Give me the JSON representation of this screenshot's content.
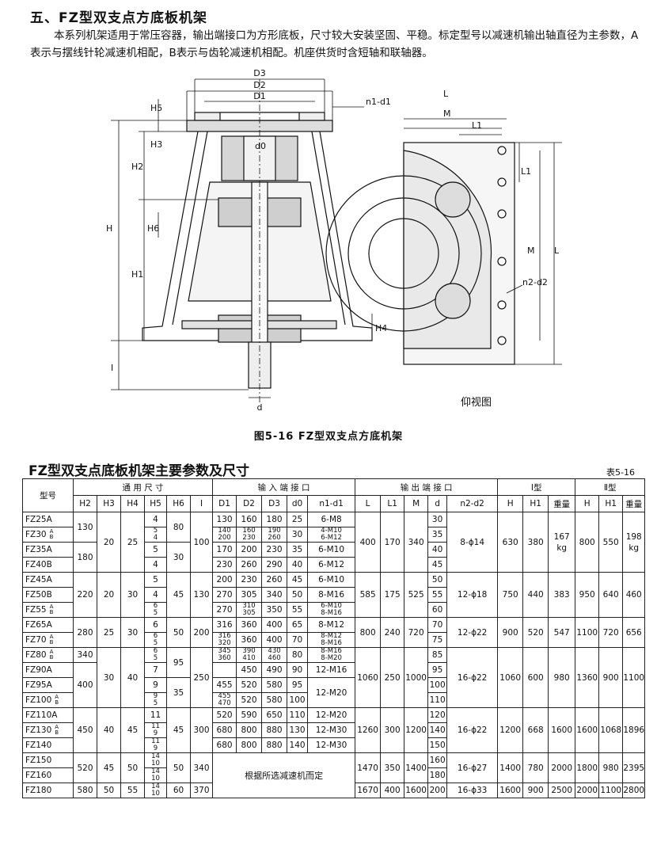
{
  "section": {
    "heading": "五、FZ型双支点方底板机架",
    "intro": "本系列机架适用于常压容器，输出端接口为方形底板，尺寸较大安装坚固、平稳。标定型号以减速机输出轴直径为主参数，A表示与摆线针轮减速机相配，B表示与齿轮减速机相配。机座供货时含短轴和联轴器。"
  },
  "figure": {
    "caption": "图5-16 FZ型双支点方底机架",
    "bottom_view_label": "仰视图",
    "labels": {
      "D3": "D3",
      "D2": "D2",
      "D1": "D1",
      "H5": "H5",
      "n1d1": "n1-d1",
      "d0": "d0",
      "H3": "H3",
      "H2": "H2",
      "H": "H",
      "H6": "H6",
      "H1": "H1",
      "H4": "H4",
      "I": "I",
      "d": "d",
      "L": "L",
      "M": "M",
      "L1": "L1",
      "n2d2": "n2-d2"
    }
  },
  "table": {
    "title": "FZ型双支点底板机架主要参数及尺寸",
    "number": "表5-16",
    "header": {
      "model": "型号",
      "general": "通 用 尺 寸",
      "input": "输 入 端 接 口",
      "output": "输 出 端 接 口",
      "type1": "Ⅰ型",
      "type2": "Ⅱ型",
      "cols": [
        "H2",
        "H3",
        "H4",
        "H5",
        "H6",
        "I",
        "D1",
        "D2",
        "D3",
        "d0",
        "n1-d1",
        "L",
        "L1",
        "M",
        "d",
        "n2-d2",
        "H",
        "H1",
        "重量",
        "H",
        "H1",
        "重量"
      ]
    },
    "models": {
      "r0": "FZ25A",
      "r1": "FZ30",
      "r2": "FZ35A",
      "r3": "FZ40B",
      "r4": "FZ45A",
      "r5": "FZ50B",
      "r6": "FZ55",
      "r7": "FZ65A",
      "r8": "FZ70",
      "r9": "FZ80",
      "r10": "FZ90A",
      "r11": "FZ95A",
      "r12": "FZ100",
      "r13": "FZ110A",
      "r14": "FZ130",
      "r15": "FZ140",
      "r16": "FZ150",
      "r17": "FZ160",
      "r18": "FZ180"
    },
    "ab": {
      "a": "A",
      "b": "B"
    },
    "cells": {
      "g1_h2a": "130",
      "g1_h2b": "180",
      "g1_h3": "20",
      "g1_h4": "25",
      "h5_0": "4",
      "h5_1a": "5",
      "h5_1b": "4",
      "h5_2": "5",
      "h5_3": "4",
      "g1_h6a": "80",
      "g1_h6b": "30",
      "g1_i": "100",
      "d1_0": "130",
      "d1_1a": "140",
      "d1_1b": "200",
      "d1_2": "170",
      "d1_3": "230",
      "d2_0": "160",
      "d2_1a": "160",
      "d2_1b": "230",
      "d2_2": "200",
      "d2_3": "260",
      "d3_0": "180",
      "d3_1a": "190",
      "d3_1b": "260",
      "d3_2": "230",
      "d3_3": "290",
      "d0_0": "25",
      "d0_1": "30",
      "d0_2": "35",
      "d0_3": "40",
      "n1_0": "6-M8",
      "n1_1a": "4-M10",
      "n1_1b": "6-M12",
      "n1_2": "6-M10",
      "n1_3": "6-M12",
      "g1_l": "400",
      "g1_l1": "170",
      "g1_m": "340",
      "d_0": "30",
      "d_1": "35",
      "d_2": "40",
      "d_3": "45",
      "g1_n2": "8-ϕ14",
      "g1_th": "630",
      "g1_th1": "380",
      "g1_tw": "167",
      "g1_twu": "kg",
      "g1_t2h": "800",
      "g1_t2h1": "550",
      "g1_t2w": "198",
      "g1_t2wu": "kg",
      "g2_h2": "220",
      "g2_h3": "20",
      "g2_h4": "30",
      "h5_4": "5",
      "h5_5": "4",
      "h5_6a": "6",
      "h5_6b": "5",
      "g2_h6": "45",
      "g2_i": "130",
      "d1_4": "200",
      "d1_5": "270",
      "d1_6": "270",
      "d2_4": "230",
      "d2_5": "305",
      "d2_6a": "310",
      "d2_6b": "305",
      "d3_4": "260",
      "d3_5": "340",
      "d3_6": "350",
      "d0_4": "45",
      "d0_5": "50",
      "d0_6": "55",
      "n1_4": "6-M10",
      "n1_5": "8-M16",
      "n1_6a": "6-M10",
      "n1_6b": "8-M16",
      "g2_l": "585",
      "g2_l1": "175",
      "g2_m": "525",
      "d_4": "50",
      "d_5": "55",
      "d_6": "60",
      "g2_n2": "12-ϕ18",
      "g2_th": "750",
      "g2_th1": "440",
      "g2_tw": "383",
      "g2_t2h": "950",
      "g2_t2h1": "640",
      "g2_t2w": "460",
      "g3_h2": "280",
      "g3_h3": "25",
      "g3_h4": "30",
      "h5_7": "6",
      "h5_8a": "6",
      "h5_8b": "5",
      "g3_h6": "50",
      "g3_i": "200",
      "d1_7": "316",
      "d1_8a": "316",
      "d1_8b": "320",
      "d2_7": "360",
      "d2_8": "360",
      "d3_7": "400",
      "d3_8": "400",
      "d0_7": "65",
      "d0_8": "70",
      "n1_7": "8-M12",
      "n1_8a": "8-M12",
      "n1_8b": "8-M16",
      "g3_l": "800",
      "g3_l1": "240",
      "g3_m": "720",
      "d_7": "70",
      "d_8": "75",
      "g3_n2": "12-ϕ22",
      "g3_th": "900",
      "g3_th1": "520",
      "g3_tw": "547",
      "g3_t2h": "1100",
      "g3_t2h1": "720",
      "g3_t2w": "656",
      "g4_h2a": "340",
      "g4_h2b": "400",
      "g4_h3": "30",
      "g4_h4": "40",
      "h5_9a": "6",
      "h5_9b": "5",
      "h5_10": "7",
      "h5_11": "9",
      "h5_12a": "9",
      "h5_12b": "5",
      "g4_h6a": "95",
      "g4_h6b": "35",
      "g4_i": "250",
      "d1_9a": "345",
      "d1_9b": "360",
      "d1_11": "455",
      "d1_12a": "455",
      "d1_12b": "470",
      "d2_9a": "390",
      "d2_9b": "410",
      "d2_10": "450",
      "d2_11": "520",
      "d2_12": "520",
      "d3_9a": "430",
      "d3_9b": "460",
      "d3_10": "490",
      "d3_11": "580",
      "d3_12": "580",
      "d0_9": "80",
      "d0_10": "90",
      "d0_11": "95",
      "d0_12": "100",
      "n1_9a": "8-M16",
      "n1_9b": "8-M20",
      "n1_10": "12-M16",
      "n1_11": "12-M20",
      "g4_l": "1060",
      "g4_l1": "250",
      "g4_m": "1000",
      "d_9": "85",
      "d_10": "95",
      "d_11": "100",
      "d_12": "110",
      "g4_n2": "16-ϕ22",
      "g4_th": "1060",
      "g4_th1": "600",
      "g4_tw": "980",
      "g4_t2h": "1360",
      "g4_t2h1": "900",
      "g4_t2w": "1100",
      "g5_h2": "450",
      "g5_h3": "40",
      "g5_h4": "45",
      "h5_13": "11",
      "h5_14a": "11",
      "h5_14b": "9",
      "h5_15a": "11",
      "h5_15b": "9",
      "g5_h6": "45",
      "g5_i": "300",
      "d1_13": "520",
      "d1_14": "680",
      "d1_15": "680",
      "d2_13": "590",
      "d2_14": "800",
      "d2_15": "800",
      "d3_13": "650",
      "d3_14": "880",
      "d3_15": "880",
      "d0_13": "110",
      "d0_14": "130",
      "d0_15": "140",
      "n1_13": "12-M20",
      "n1_14": "12-M30",
      "n1_15": "12-M30",
      "g5_l": "1260",
      "g5_l1": "300",
      "g5_m": "1200",
      "d_13": "120",
      "d_14": "140",
      "d_15": "150",
      "g5_n2": "16-ϕ22",
      "g5_th": "1200",
      "g5_th1": "668",
      "g5_tw": "1600",
      "g5_t2h": "1600",
      "g5_t2h1": "1068",
      "g5_t2w": "1896",
      "g6_h2": "520",
      "g6_h3": "45",
      "g6_h4": "50",
      "h5_16a": "14",
      "h5_16b": "10",
      "h5_17a": "14",
      "h5_17b": "10",
      "h5_18a": "14",
      "h5_18b": "10",
      "g6_h6": "50",
      "g6_i": "340",
      "g6_note": "根据所选减速机而定",
      "g6_l": "1470",
      "g6_l1": "350",
      "g6_m": "1400",
      "d_16": "160",
      "d_17": "180",
      "g6_n2": "16-ϕ27",
      "g6_th": "1400",
      "g6_th1": "780",
      "g6_tw": "2000",
      "g6_t2h": "1800",
      "g6_t2h1": "980",
      "g6_t2w": "2395",
      "r18_h2": "580",
      "r18_h3": "50",
      "r18_h4": "55",
      "r18_h6": "60",
      "r18_i": "370",
      "r18_l": "1670",
      "r18_l1": "400",
      "r18_m": "1600",
      "r18_d": "200",
      "r18_n2": "16-ϕ33",
      "r18_th": "1600",
      "r18_th1": "900",
      "r18_tw": "2500",
      "r18_t2h": "2000",
      "r18_t2h1": "1100",
      "r18_t2w": "2800"
    }
  }
}
